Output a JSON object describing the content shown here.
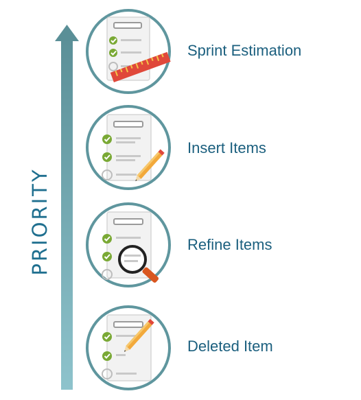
{
  "axis": {
    "label": "PRIORITY",
    "arrow_gradient": [
      "#5a8f97",
      "#8ec3cc"
    ]
  },
  "steps": [
    {
      "label": "Sprint Estimation",
      "icon": "checklist-ruler-icon"
    },
    {
      "label": "Insert Items",
      "icon": "checklist-pencil-icon"
    },
    {
      "label": "Refine Items",
      "icon": "checklist-magnifier-icon"
    },
    {
      "label": "Deleted Item",
      "icon": "checklist-pencil-icon"
    }
  ],
  "colors": {
    "label_text": "#1b5f7e",
    "circle_border": "#5f969e",
    "check_green": "#7aa935",
    "ruler_red": "#e0483a",
    "pencil_orange": "#f2a93b",
    "magnifier_handle": "#d9561f"
  }
}
